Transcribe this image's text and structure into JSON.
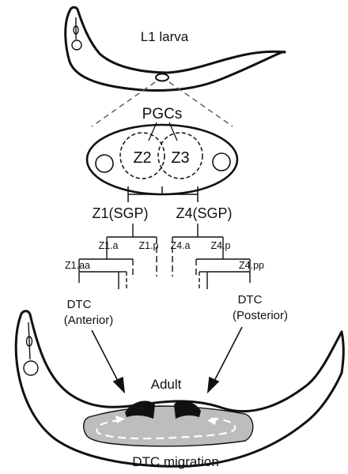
{
  "labels": {
    "l1_larva": "L1 larva",
    "pgcs": "PGCs",
    "z2": "Z2",
    "z3": "Z3",
    "z1_sgp": "Z1(SGP)",
    "z4_sgp": "Z4(SGP)",
    "z1a": "Z1.a",
    "z1p": "Z1.p",
    "z4a": "Z4.a",
    "z4p": "Z4.p",
    "z1aa": "Z1.aa",
    "z4pp": "Z4.pp",
    "dtc_left_1": "DTC",
    "dtc_left_2": "(Anterior)",
    "dtc_right_1": "DTC",
    "dtc_right_2": "(Posterior)",
    "adult": "Adult",
    "dtc_migration": "DTC migration"
  }
}
